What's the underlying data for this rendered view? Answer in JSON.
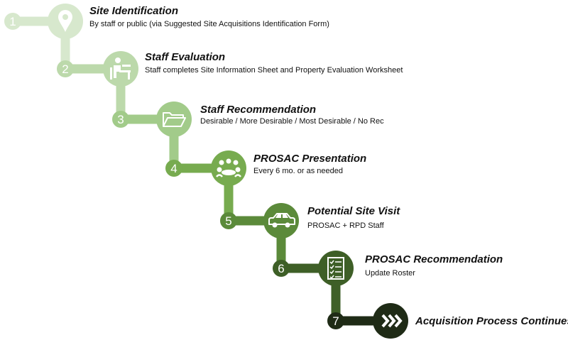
{
  "steps": [
    {
      "number": "1",
      "title": "Site Identification",
      "description": "By staff or public (via Suggested Site Acquisitions Identification Form)",
      "icon": "location-pin-icon",
      "color": "#d7e8cd"
    },
    {
      "number": "2",
      "title": "Staff Evaluation",
      "description": "Staff completes Site Information Sheet and Property Evaluation Worksheet",
      "icon": "desk-worker-icon",
      "color": "#bcd9ab"
    },
    {
      "number": "3",
      "title": "Staff Recommendation",
      "description": "Desirable / More Desirable / Most Desirable / No Rec",
      "icon": "folder-icon",
      "color": "#a2cb8a"
    },
    {
      "number": "4",
      "title": "PROSAC Presentation",
      "description": "Every 6 mo. or as needed",
      "icon": "meeting-group-icon",
      "color": "#77ab4f"
    },
    {
      "number": "5",
      "title": "Potential Site Visit",
      "description": "PROSAC + RPD Staff",
      "icon": "car-icon",
      "color": "#5b8a3a"
    },
    {
      "number": "6",
      "title": "PROSAC Recommendation",
      "description": "Update Roster",
      "icon": "checklist-icon",
      "color": "#3e5f27"
    },
    {
      "number": "7",
      "title": "Acquisition Process Continues",
      "description": "",
      "icon": "forward-chevrons-icon",
      "color": "#1f2b16"
    }
  ]
}
